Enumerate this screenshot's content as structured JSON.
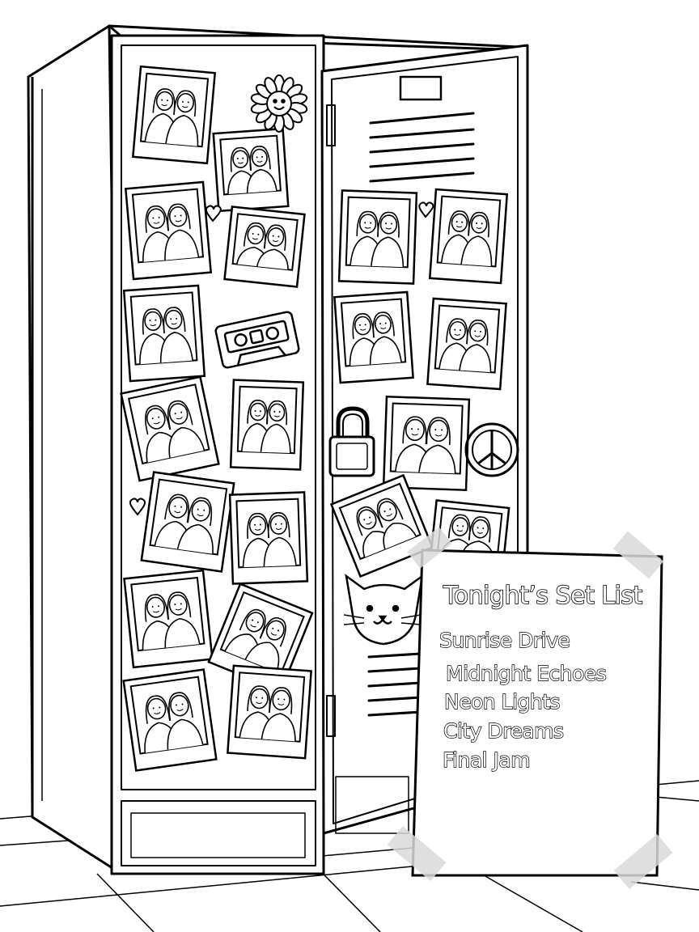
{
  "scene": {
    "style": "black-and-white line art",
    "palette": {
      "line": "#000000",
      "paper": "#ffffff",
      "tape": "#d9d9d9"
    }
  },
  "set_list": {
    "title": "Tonight’s Set List",
    "songs": [
      "Sunrise Drive",
      "Midnight Echoes",
      "Neon Lights",
      "City Dreams",
      "Final Jam"
    ]
  },
  "icons": [
    "sunflower-icon",
    "heart-icon",
    "cassette-tape-icon",
    "padlock-icon",
    "peace-sign-icon",
    "cat-face-icon"
  ]
}
